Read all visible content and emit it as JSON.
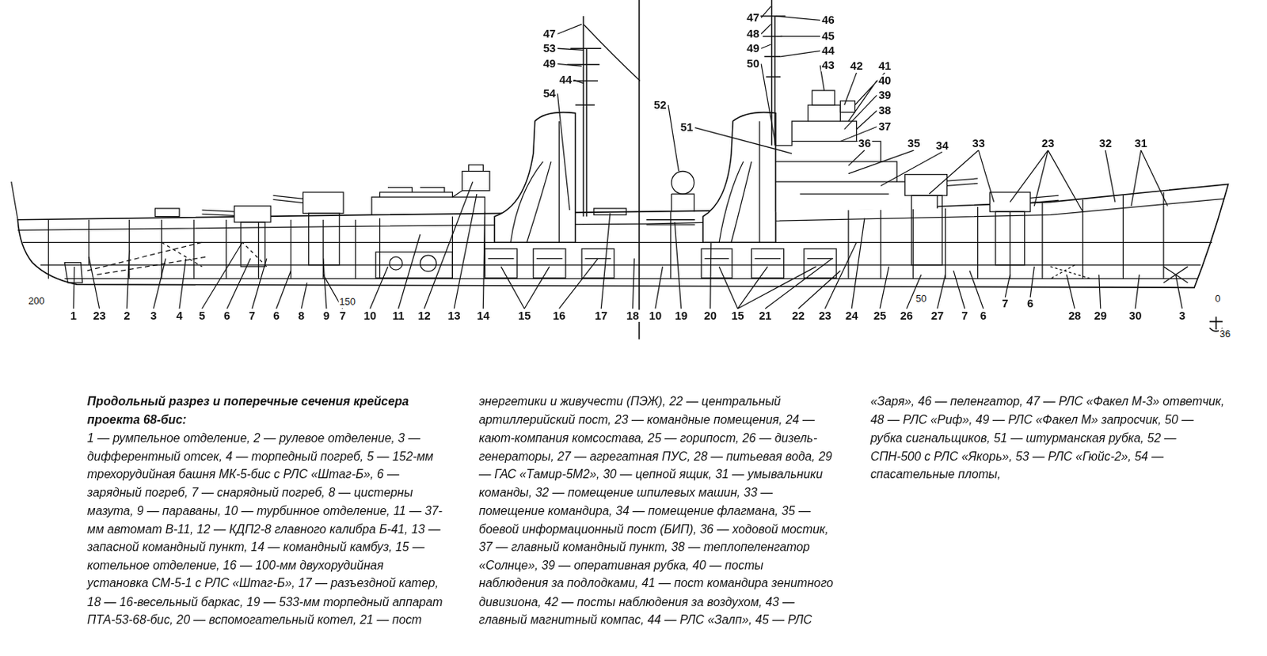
{
  "diagram": {
    "title": "Продольный разрез и поперечные сечения крейсера проекта 68-бис:",
    "caption": "1 — румпельное отделение, 2 — рулевое отделение, 3 — дифферентный отсек, 4 — торпедный погреб, 5 — 152-мм трехорудийная башня МК-5-бис с РЛС «Штаг-Б», 6 — зарядный погреб, 7 — снарядный погреб, 8 — цистерны мазута, 9 — параваны, 10 — турбинное отделение, 11 — 37-мм автомат В-11, 12 — КДП2-8 главного калибра Б-41, 13 — запасной командный пункт, 14 — командный камбуз, 15 — котельное отделение, 16 — 100-мм двухорудийная установка СМ-5-1 с РЛС «Штаг-Б», 17 — разъездной катер, 18 — 16-весельный баркас, 19 — 533-мм торпедный аппарат ПТА-53-68-бис, 20 — вспомогательный котел, 21 — пост энергетики и живучести (ПЭЖ), 22 — центральный артиллерийский пост, 23 — командные помещения, 24 — кают-компания комсостава, 25 — горипост, 26 — дизель-генераторы, 27 — агрегатная ПУС, 28 — питьевая вода, 29 — ГАС «Тамир-5М2», 30 — цепной ящик, 31 — умывальники команды, 32 — помещение шпилевых машин, 33 — помещение командира, 34 — помещение флагмана, 35 — боевой информационный пост (БИП), 36 — ходовой мостик, 37 — главный командный пункт, 38 — теплопеленгатор «Солнце», 39 — оперативная рубка, 40 — посты наблюдения за подлодками, 41 — пост командира зенитного дивизиона, 42 — посты наблюдения за воздухом, 43 — главный магнитный компас, 44 — РЛС «Залп», 45 — РЛС «Заря», 46 — пеленгатор, 47 — РЛС «Факел М-3» ответчик, 48 — РЛС «Риф», 49 — РЛС «Факел М» запросчик, 50 — рубка сигнальщиков, 51 — штурманская рубка, 52 — СПН-500 с РЛС «Якорь», 53 — РЛС «Гюйс-2», 54 — спасательные плоты,",
    "labels": [
      "1",
      "23",
      "2",
      "3",
      "4",
      "5",
      "6",
      "7",
      "6",
      "8",
      "9",
      "7",
      "10",
      "11",
      "12",
      "13",
      "14",
      "15",
      "16",
      "17",
      "18",
      "47",
      "53",
      "49",
      "44",
      "54",
      "10",
      "19",
      "20",
      "15",
      "21",
      "22",
      "23",
      "24",
      "25",
      "26",
      "27",
      "7",
      "6",
      "7",
      "6",
      "28",
      "29",
      "30",
      "3",
      "47",
      "48",
      "49",
      "50",
      "46",
      "45",
      "44",
      "43",
      "42",
      "41",
      "40",
      "39",
      "38",
      "37",
      "36",
      "35",
      "34",
      "33",
      "23",
      "32",
      "31",
      "52",
      "51",
      "200",
      "150",
      "50",
      "0",
      "36"
    ]
  }
}
